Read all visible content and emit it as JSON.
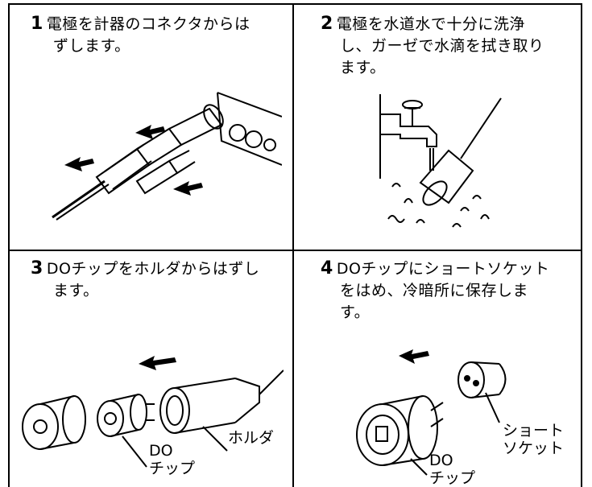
{
  "steps": [
    {
      "number": "1",
      "lines": [
        "電極を計器のコネクタからは",
        "ずします。"
      ]
    },
    {
      "number": "2",
      "lines": [
        "電極を水道水で十分に洗浄",
        "し、ガーゼで水滴を拭き取り",
        "ます。"
      ]
    },
    {
      "number": "3",
      "lines": [
        "DOチップをホルダからはずし",
        "ます。"
      ]
    },
    {
      "number": "4",
      "lines": [
        "DOチップにショートソケット",
        "をはめ、冷暗所に保存しま",
        "す。"
      ]
    }
  ],
  "labels": {
    "holder": "ホルダ",
    "do_chip_3": [
      "DO",
      "チップ"
    ],
    "short_socket": [
      "ショート",
      "ソケット"
    ],
    "do_chip_4": [
      "DO",
      "チップ"
    ]
  }
}
